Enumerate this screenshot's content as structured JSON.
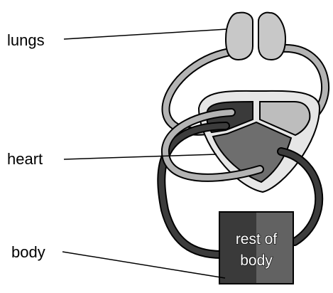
{
  "labels": {
    "lungs": "lungs",
    "heart": "heart",
    "body": "body"
  },
  "body_box": {
    "line1": "rest of",
    "line2": "body"
  },
  "colors": {
    "lung_fill": "#c8c8c8",
    "oxygenated_vessel": "#b4b4b4",
    "deoxygenated_vessel": "#3c3c3c",
    "heart_outer": "#e6e6e6",
    "left_atrium": "#3a3a3a",
    "right_atrium": "#bdbdbd",
    "ventricles": "#6e6e6e",
    "body_left": "#3a3a3a",
    "body_right": "#626262",
    "outline": "#000000"
  }
}
